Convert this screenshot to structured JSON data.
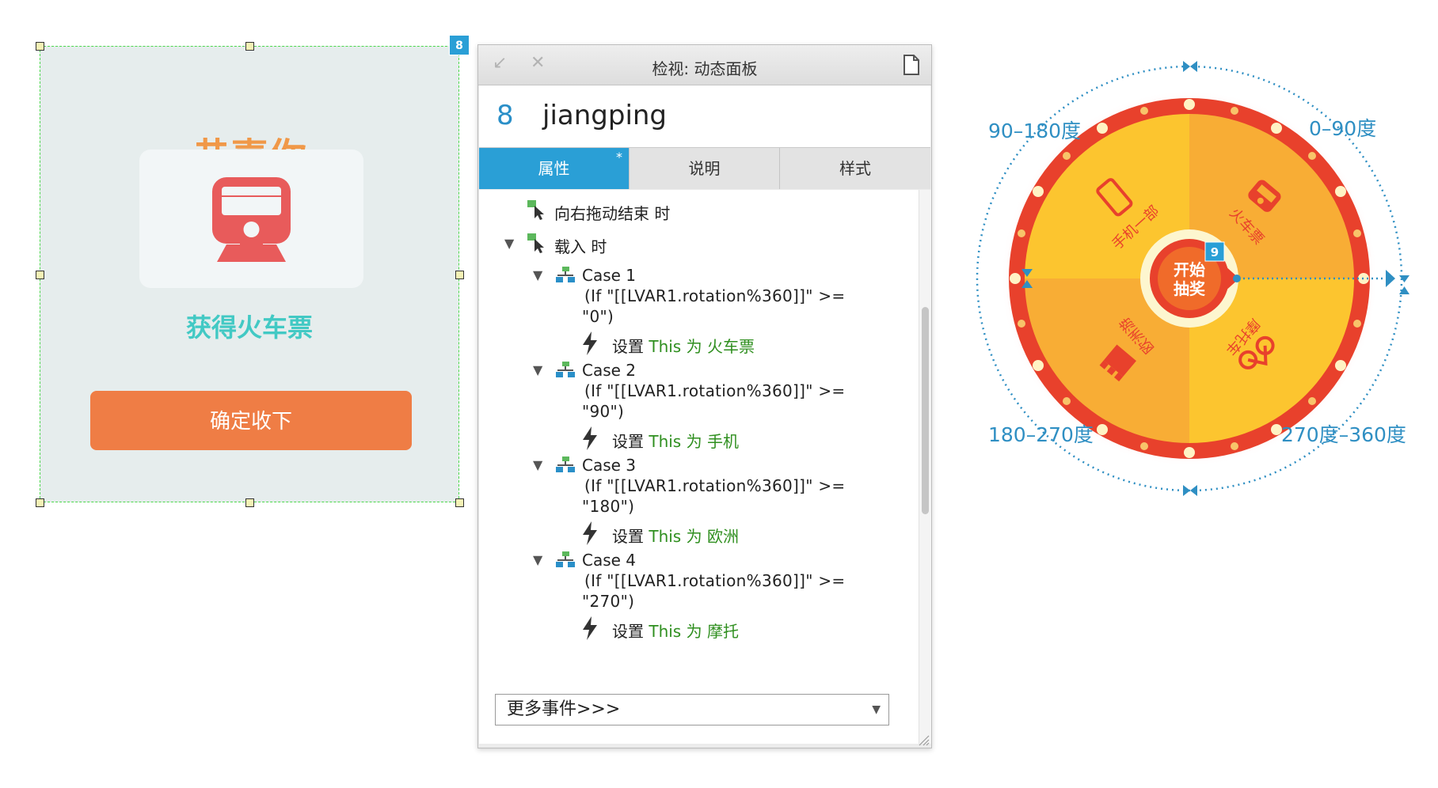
{
  "panel_state": {
    "badge": "8",
    "title": "恭喜你",
    "icon": "train-icon",
    "prize": "获得火车票",
    "confirm_label": "确定收下"
  },
  "inspector": {
    "title": "检视: 动态面板",
    "widget_id": "8",
    "widget_name": "jiangping",
    "tabs": [
      {
        "label": "属性",
        "modified": "*"
      },
      {
        "label": "说明"
      },
      {
        "label": "样式"
      }
    ],
    "events": [
      {
        "label": "向右拖动结束 时"
      },
      {
        "label": "载入 时"
      }
    ],
    "cases": [
      {
        "name": "Case 1",
        "cond1": "(If \"[[LVAR1.rotation%360]]\" >=",
        "cond2": "\"0\")",
        "action_prefix": "设置",
        "action_target": "This 为 火车票"
      },
      {
        "name": "Case 2",
        "cond1": "(If \"[[LVAR1.rotation%360]]\" >=",
        "cond2": "\"90\")",
        "action_prefix": "设置",
        "action_target": "This 为 手机"
      },
      {
        "name": "Case 3",
        "cond1": "(If \"[[LVAR1.rotation%360]]\" >=",
        "cond2": "\"180\")",
        "action_prefix": "设置",
        "action_target": "This 为 欧洲"
      },
      {
        "name": "Case 4",
        "cond1": "(If \"[[LVAR1.rotation%360]]\" >=",
        "cond2": "\"270\")",
        "action_prefix": "设置",
        "action_target": "This 为 摩托"
      }
    ],
    "more_events": "更多事件>>>"
  },
  "wheel": {
    "labels": {
      "q1": "0–90度",
      "q2": "90–180度",
      "q3": "180–270度",
      "q4": "270度–360度"
    },
    "sectors": [
      "火车票",
      "手机一部",
      "欧洲游",
      "摩托车"
    ],
    "center": {
      "line1": "开始",
      "line2": "抽奖",
      "badge": "9"
    },
    "colors": {
      "rim": "#e8412c",
      "sector_a": "#fcc52f",
      "sector_b": "#f8ad35",
      "accent": "#2f8fc3"
    }
  }
}
